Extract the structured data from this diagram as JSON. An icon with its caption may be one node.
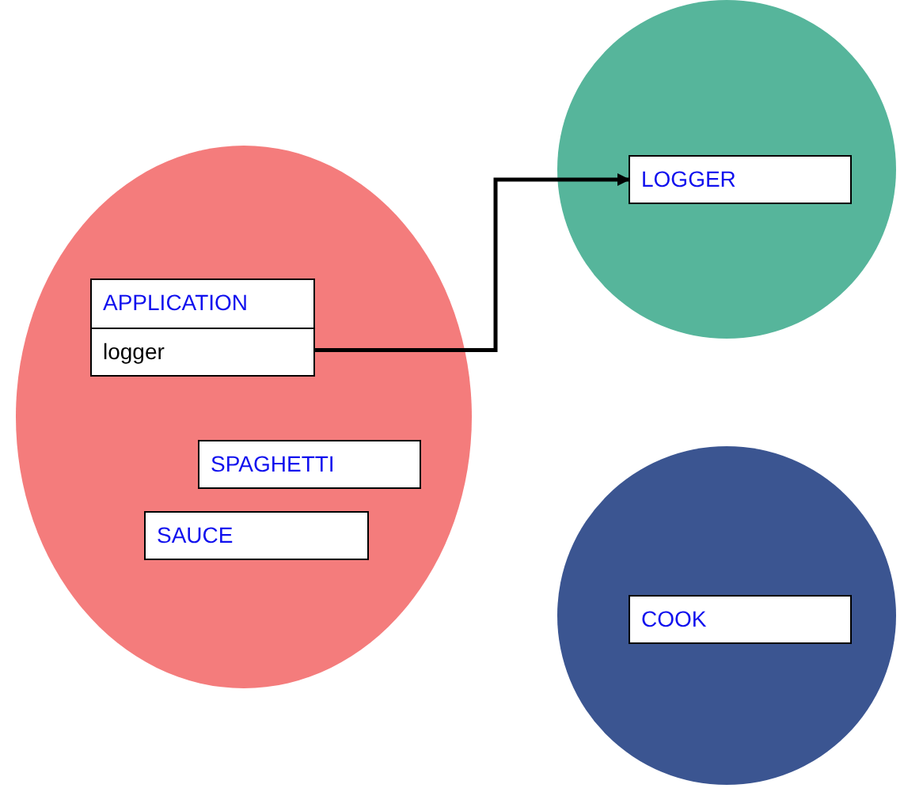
{
  "diagram": {
    "nodes": [
      {
        "text": [],
        "shape": "circle"
      },
      {
        "text": [
          "APPLICATION",
          "logger"
        ],
        "in": 0
      },
      {
        "text": [
          "SPAGHETTI"
        ],
        "in": 0
      },
      {
        "text": [
          "SAUCE"
        ],
        "in": 0
      },
      {
        "text": [],
        "shape": "circle"
      },
      {
        "text": [
          "LOGGER"
        ],
        "in": 4
      },
      {
        "text": [],
        "shape": "circle"
      },
      {
        "text": [
          "COOK"
        ],
        "in": 6
      }
    ],
    "edges": [
      {
        "from": 1,
        "to": 5,
        "arrow": "to"
      }
    ]
  }
}
